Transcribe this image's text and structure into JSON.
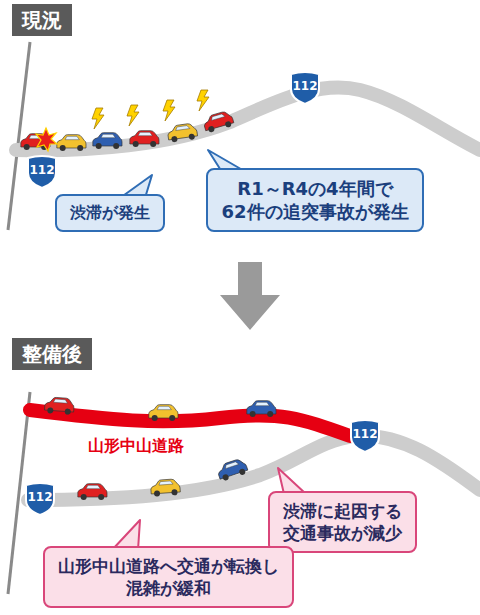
{
  "diagram": {
    "nodes": [
      {
        "text": [
          "現況"
        ]
      },
      {
        "text": [
          "112"
        ]
      },
      {
        "text": [
          "112"
        ]
      },
      {
        "text": [
          "渋滞が発生"
        ]
      },
      {
        "text": [
          "R1～R4の4年間で 62件の追突事故が発生"
        ]
      },
      {
        "text": [
          "整備後"
        ]
      },
      {
        "text": [
          "112"
        ]
      },
      {
        "text": [
          "112"
        ]
      },
      {
        "text": [
          "渋滞に起因する 交通事故が減少"
        ]
      },
      {
        "text": [
          "山形中山道路へ交通が転換し 混雑が緩和"
        ]
      }
    ],
    "labels": [
      "山形中山道路"
    ]
  }
}
